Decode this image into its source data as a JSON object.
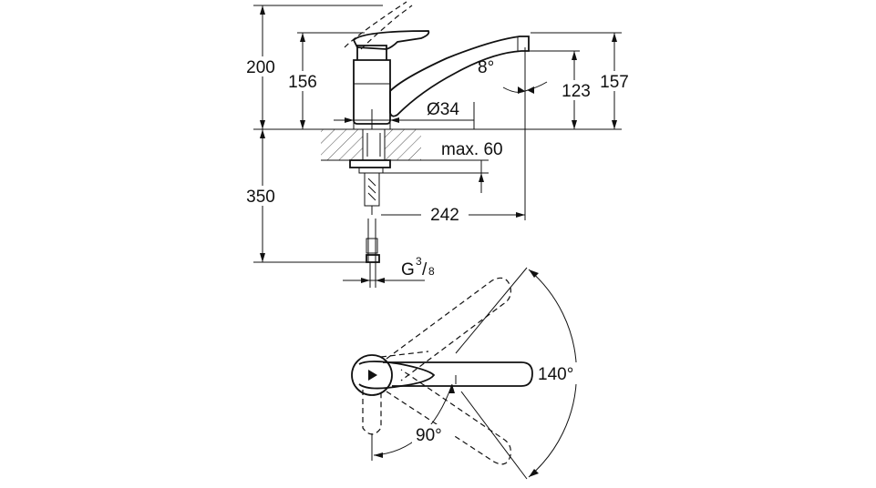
{
  "figure": "faucet technical drawing",
  "dimensions": {
    "overall_height": "200",
    "lever_height": "156",
    "spout_angle": "8°",
    "aerator_height": "123",
    "spout_top_height": "157",
    "base_diameter": "Ø34",
    "max_deck_thickness": "max. 60",
    "hose_length": "350",
    "spout_reach": "242",
    "thread_g": "G",
    "thread_num": "3",
    "thread_slash": "/",
    "thread_den": "8"
  },
  "plan_view": {
    "swivel_angle": "140°",
    "lever_angle": "90°"
  }
}
